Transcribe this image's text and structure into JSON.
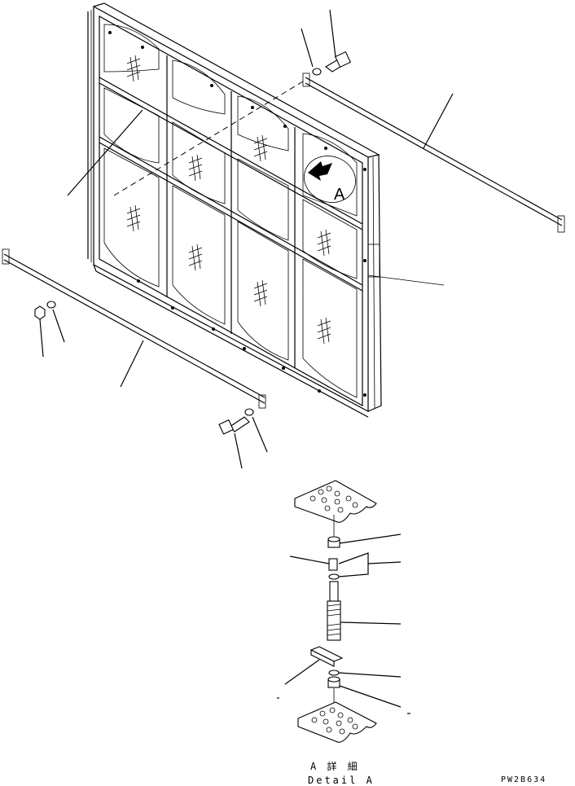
{
  "callout_letter": "A",
  "detail_caption_jp": "A 詳 細",
  "detail_caption_en": "Detail A",
  "drawing_number": "PW2B634"
}
